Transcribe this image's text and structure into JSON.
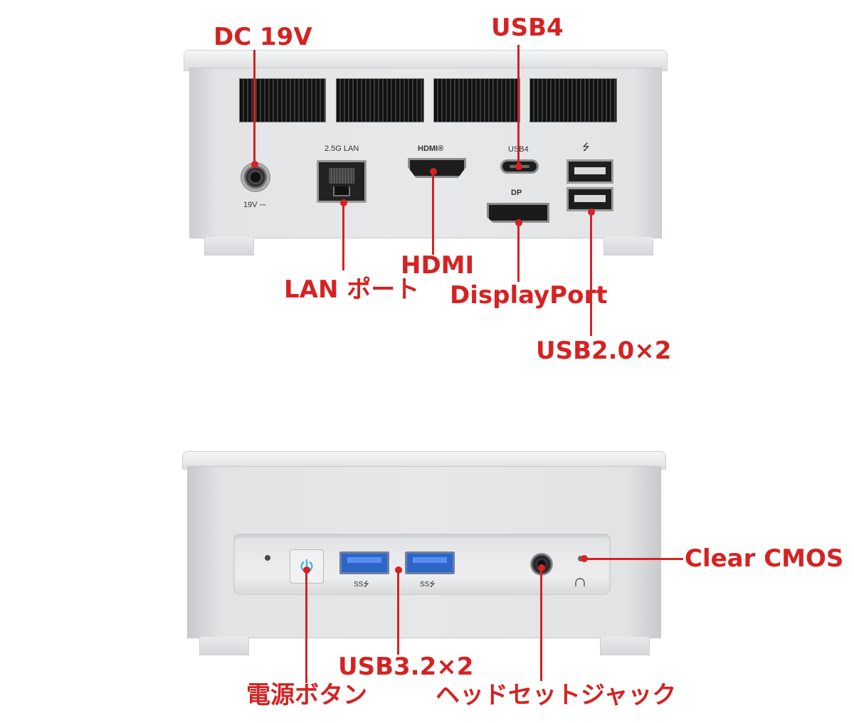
{
  "accent_color": "#d62222",
  "rear": {
    "callouts": {
      "dc": "DC 19V",
      "usb4": "USB4",
      "hdmi": "HDMI",
      "lan": "LAN ポート",
      "displayport": "DisplayPort",
      "usb2": "USB2.0×2"
    },
    "printed": {
      "dc": "19V ⎓",
      "lan": "2.5G LAN",
      "hdmi": "HDMI®",
      "usb4": "USB4",
      "dp": "DP",
      "usb_symbol": "⭍"
    }
  },
  "front": {
    "callouts": {
      "clear_cmos": "Clear CMOS",
      "power": "電源ボタン",
      "usb3": "USB3.2×2",
      "headset": "ヘッドセットジャック"
    },
    "printed": {
      "ss1": "SS⭍",
      "ss2": "SS⭍"
    }
  }
}
